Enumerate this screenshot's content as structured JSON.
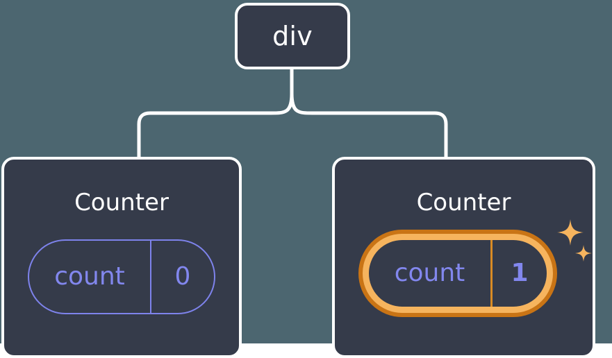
{
  "diagram": {
    "type": "component-tree",
    "background_color": "#4c6670",
    "node_fill_color": "#353b4a",
    "node_border_color": "#ffffff",
    "edge_color": "#ffffff",
    "state_text_color": "#8287ee",
    "highlight_outer_color": "#c97415",
    "highlight_inner_color": "#f6b45e",
    "sparkle_color": "#f6b45e"
  },
  "root": {
    "label": "div"
  },
  "children": [
    {
      "title": "Counter",
      "state": {
        "key": "count",
        "value": "0"
      },
      "highlighted": false
    },
    {
      "title": "Counter",
      "state": {
        "key": "count",
        "value": "1"
      },
      "highlighted": true,
      "sparkle_icons": [
        "sparkle-large",
        "sparkle-small"
      ]
    }
  ]
}
